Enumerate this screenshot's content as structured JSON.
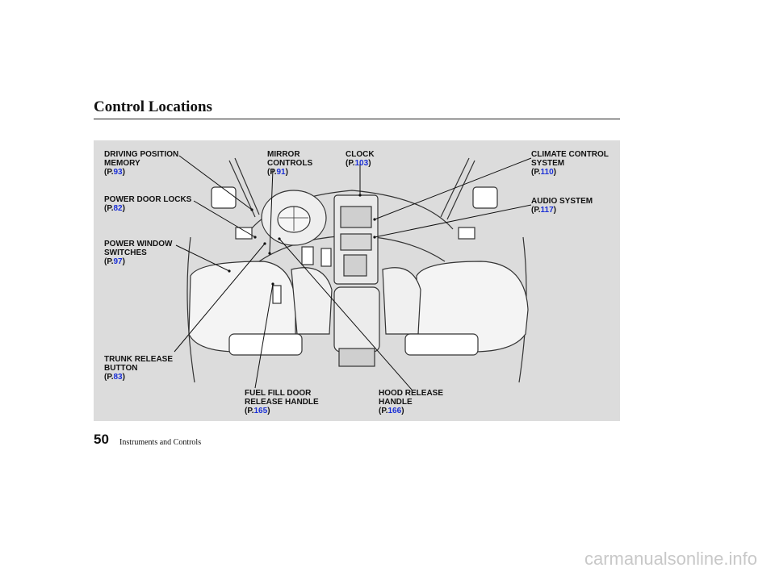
{
  "header": {
    "title": "Control Locations"
  },
  "callouts": [
    {
      "id": "driving-position-memory",
      "lines": [
        "DRIVING POSITION",
        "MEMORY"
      ],
      "page": "93"
    },
    {
      "id": "power-door-locks",
      "lines": [
        "POWER DOOR LOCKS"
      ],
      "page": "82"
    },
    {
      "id": "power-window-switches",
      "lines": [
        "POWER WINDOW",
        "SWITCHES"
      ],
      "page": "97"
    },
    {
      "id": "trunk-release-button",
      "lines": [
        "TRUNK RELEASE",
        "BUTTON"
      ],
      "page": "83"
    },
    {
      "id": "mirror-controls",
      "lines": [
        "MIRROR",
        "CONTROLS"
      ],
      "page": "91"
    },
    {
      "id": "clock",
      "lines": [
        "CLOCK"
      ],
      "page": "103"
    },
    {
      "id": "climate-control-system",
      "lines": [
        "CLIMATE CONTROL",
        "SYSTEM"
      ],
      "page": "110"
    },
    {
      "id": "audio-system",
      "lines": [
        "AUDIO SYSTEM"
      ],
      "page": "117"
    },
    {
      "id": "fuel-fill-door",
      "lines": [
        "FUEL FILL DOOR",
        "RELEASE HANDLE"
      ],
      "page": "165"
    },
    {
      "id": "hood-release-handle",
      "lines": [
        "HOOD RELEASE",
        "HANDLE"
      ],
      "page": "166"
    }
  ],
  "page_ref_prefix": "(P.",
  "page_ref_suffix": ")",
  "footer": {
    "page_number": "50",
    "section": "Instruments and Controls"
  },
  "watermark": "carmanualsonline.info"
}
